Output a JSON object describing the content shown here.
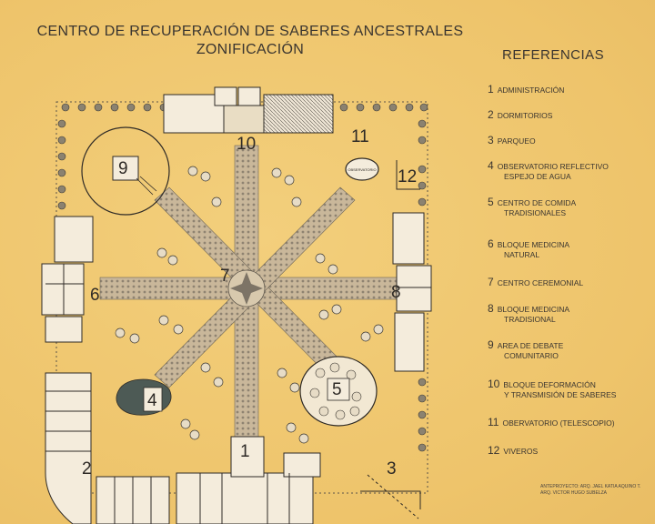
{
  "header": {
    "title": "CENTRO DE RECUPERACIÓN DE SABERES ANCESTRALES",
    "subtitle": "ZONIFICACIÓN"
  },
  "references": {
    "heading": "REFERENCIAS",
    "items": [
      {
        "number": "1",
        "line1": "ADMINISTRACIÓN",
        "line2": ""
      },
      {
        "number": "2",
        "line1": "DORMITORIOS",
        "line2": ""
      },
      {
        "number": "3",
        "line1": "PARQUEO",
        "line2": ""
      },
      {
        "number": "4",
        "line1": "OBSERVATORIO  REFLECTIVO",
        "line2": "ESPEJO DE AGUA"
      },
      {
        "number": "5",
        "line1": "CENTRO DE COMIDA",
        "line2": "TRADISIONALES"
      },
      {
        "number": "6",
        "line1": "BLOQUE MEDICINA",
        "line2": "NATURAL"
      },
      {
        "number": "7",
        "line1": "CENTRO CEREMONIAL",
        "line2": ""
      },
      {
        "number": "8",
        "line1": "BLOQUE MEDICINA",
        "line2": "TRADISIONAL"
      },
      {
        "number": "9",
        "line1": "AREA DE DEBATE",
        "line2": "COMUNITARIO"
      },
      {
        "number": "10",
        "line1": "BLOQUE DEFORMACIÓN",
        "line2": "Y TRANSMISIÓN DE SABERES"
      },
      {
        "number": "11",
        "line1": "OBERVATORIO (TELESCOPIO)",
        "line2": ""
      },
      {
        "number": "12",
        "line1": "VIVEROS",
        "line2": ""
      }
    ]
  },
  "plan": {
    "labels": [
      "1",
      "2",
      "3",
      "4",
      "5",
      "6",
      "7",
      "8",
      "9",
      "10",
      "11",
      "12"
    ],
    "observatory_tag": "OBSERVATORIO"
  },
  "credits": {
    "line1": "ANTEPROYECTO:  ARQ. JAEL KATIA AQUINO T.",
    "line2": "ARQ. VICTOR HUGO SUBELZA"
  },
  "colors": {
    "paper": "#f0c872",
    "ink": "#2e2a26",
    "path_fill": "#c9b79a",
    "water": "#4d5a55"
  }
}
